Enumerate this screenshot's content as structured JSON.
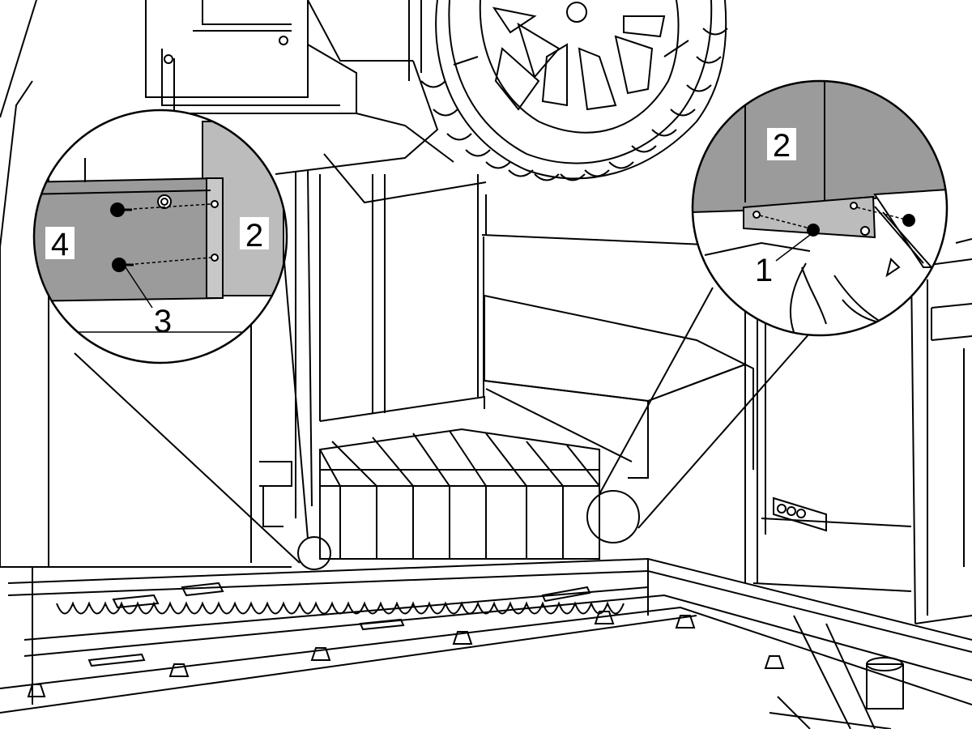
{
  "callouts": {
    "left_zoom": {
      "label_4": "4",
      "label_2": "2",
      "label_3": "3"
    },
    "right_zoom": {
      "label_2": "2",
      "label_1": "1"
    }
  },
  "colors": {
    "line": "#000000",
    "panel_gray": "#9b9b9b",
    "light_gray": "#bcbcbc",
    "background": "#ffffff"
  }
}
